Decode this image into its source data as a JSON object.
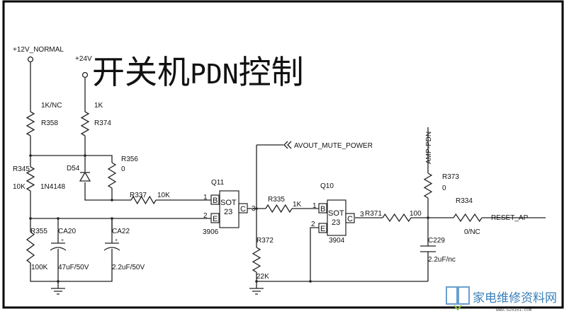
{
  "title": {
    "cn_before": "开关机",
    "latin": "PDN",
    "cn_after": "控制"
  },
  "rails": {
    "v12": "+12V_NORMAL",
    "v24": "+24V"
  },
  "nets": {
    "avout": "AVOUT_MUTE_POWER",
    "amp_pdn": "AMP-PDN",
    "reset": "RESET_AP"
  },
  "components": {
    "R358": {
      "ref": "R358",
      "value": "1K/NC"
    },
    "R374": {
      "ref": "R374",
      "value": "1K"
    },
    "R345": {
      "ref": "R345",
      "value": "10K"
    },
    "D54": {
      "ref": "D54",
      "value": "1N4148"
    },
    "R356": {
      "ref": "R356",
      "value": "0"
    },
    "R337": {
      "ref": "R337",
      "value": "10K"
    },
    "R355": {
      "ref": "R355",
      "value": "100K"
    },
    "CA20": {
      "ref": "CA20",
      "value": "47uF/50V"
    },
    "CA22": {
      "ref": "CA22",
      "value": "2.2uF/50V"
    },
    "Q11": {
      "ref": "Q11",
      "part": "3906",
      "pkg1": "SOT",
      "pkg2": "23"
    },
    "R335": {
      "ref": "R335",
      "value": "1K"
    },
    "R372": {
      "ref": "R372",
      "value": "22K"
    },
    "Q10": {
      "ref": "Q10",
      "part": "3904",
      "pkg1": "SOT",
      "pkg2": "23"
    },
    "R371": {
      "ref": "R371",
      "value": "100"
    },
    "R373": {
      "ref": "R373",
      "value": "0"
    },
    "R334": {
      "ref": "R334",
      "value": "0/NC"
    },
    "C229": {
      "ref": "C229",
      "value": "2.2uF/nc"
    }
  },
  "pins": {
    "b": "B",
    "e": "E",
    "c": "C",
    "p1": "1",
    "p2": "2",
    "p3": "3",
    "plus": "+"
  },
  "watermark_logo": {
    "text": "家电维修资料网",
    "url": "www.520101.com",
    "color": "#3a7fb8"
  }
}
